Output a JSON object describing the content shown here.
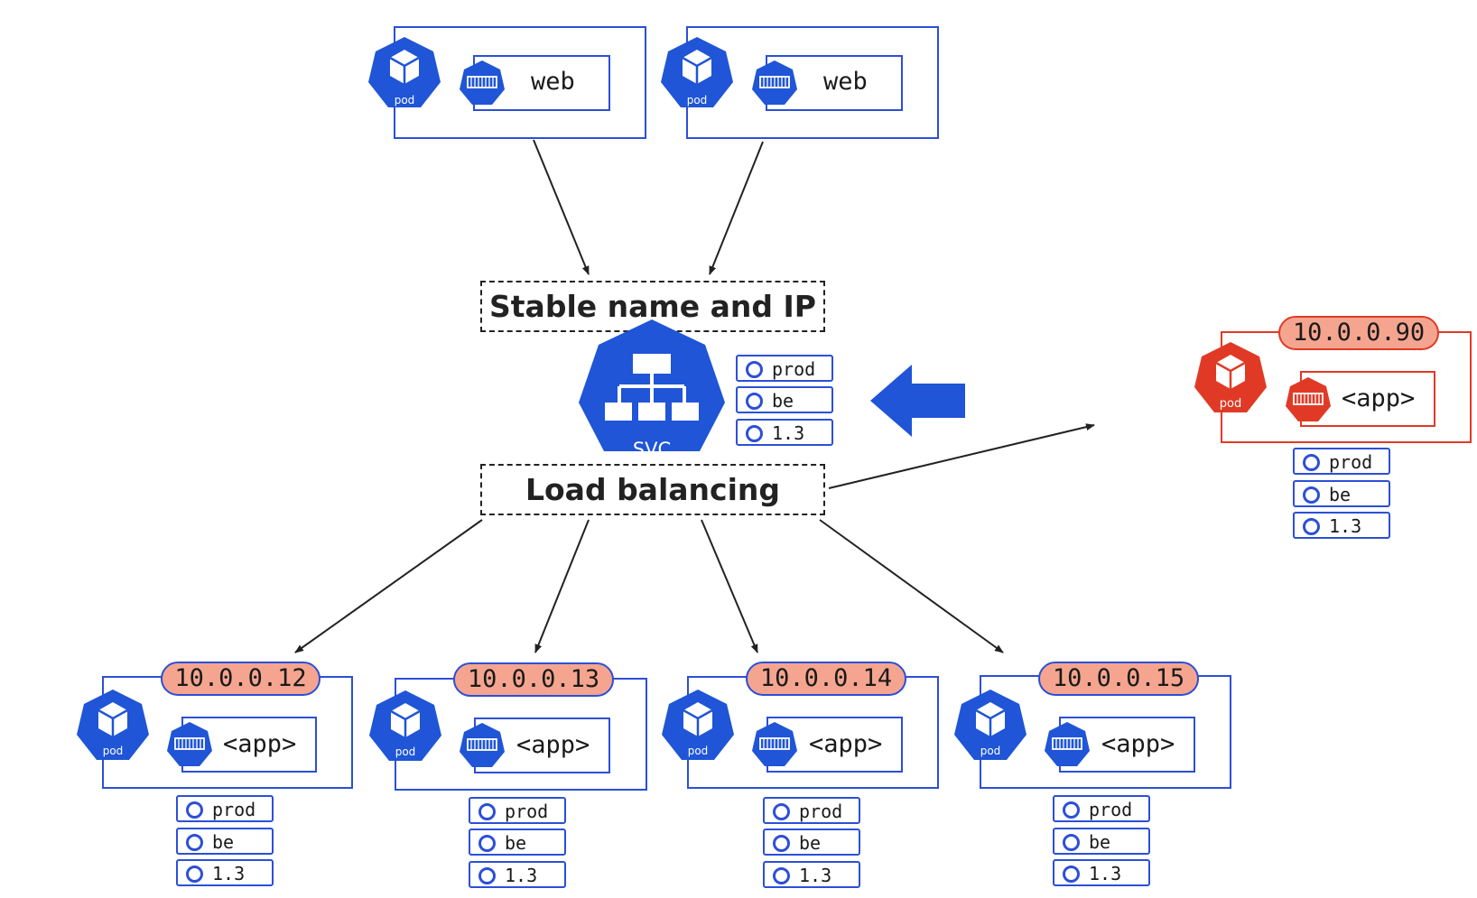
{
  "colors": {
    "blue": "#2c4fd8",
    "icon_blue": "#1f55d6",
    "red": "#e03a26",
    "ip_fill": "#f5a58f"
  },
  "icons": {
    "pod": "pod-cube-icon",
    "container": "container-icon",
    "service": "service-network-icon",
    "label": "label-ring-icon",
    "arrow": "big-left-arrow-icon"
  },
  "service": {
    "stable_label": "Stable name and IP",
    "lb_label": "Load balancing",
    "icon_text": "SVC",
    "labels": [
      "prod",
      "be",
      "1.3"
    ]
  },
  "web_pods": [
    {
      "pod_text": "pod",
      "container": "web"
    },
    {
      "pod_text": "pod",
      "container": "web"
    }
  ],
  "app_pods": [
    {
      "ip": "10.0.0.12",
      "pod_text": "pod",
      "container": "<app>",
      "labels": [
        "prod",
        "be",
        "1.3"
      ]
    },
    {
      "ip": "10.0.0.13",
      "pod_text": "pod",
      "container": "<app>",
      "labels": [
        "prod",
        "be",
        "1.3"
      ]
    },
    {
      "ip": "10.0.0.14",
      "pod_text": "pod",
      "container": "<app>",
      "labels": [
        "prod",
        "be",
        "1.3"
      ]
    },
    {
      "ip": "10.0.0.15",
      "pod_text": "pod",
      "container": "<app>",
      "labels": [
        "prod",
        "be",
        "1.3"
      ]
    }
  ],
  "new_pod": {
    "ip": "10.0.0.90",
    "pod_text": "pod",
    "container": "<app>",
    "labels": [
      "prod",
      "be",
      "1.3"
    ]
  }
}
